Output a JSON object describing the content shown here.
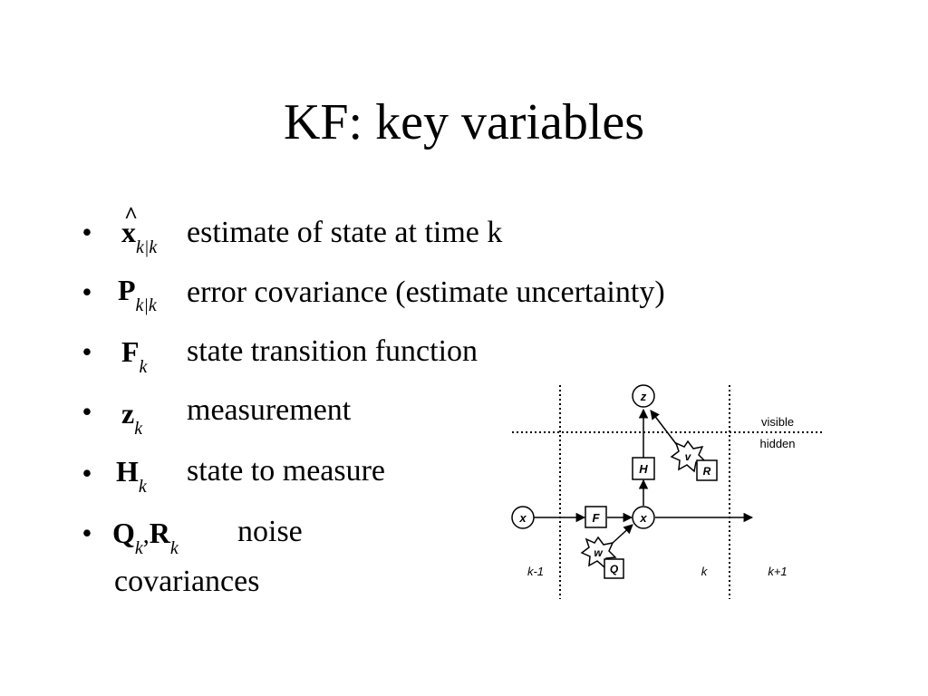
{
  "title": "KF: key variables",
  "bullet_glyph": "•",
  "items": [
    {
      "symbol": "x",
      "hat": "^",
      "subscript": "k|k",
      "description": "estimate of state at time k"
    },
    {
      "symbol": "P",
      "subscript": "k|k",
      "description": "error covariance (estimate uncertainty)"
    },
    {
      "symbol": "F",
      "subscript": "k",
      "description": "state transition function"
    },
    {
      "symbol": "z",
      "subscript": "k",
      "description": "measurement"
    },
    {
      "symbol": "H",
      "subscript": "k",
      "description": "state to measure"
    },
    {
      "symbol": "Q",
      "subscript": "k",
      "separator": ",",
      "symbol2": "R",
      "subscript2": "k",
      "description_line1": "noise",
      "description_line2": "covariances"
    }
  ],
  "diagram": {
    "region_labels": {
      "visible": "visible",
      "hidden": "hidden"
    },
    "time_labels": [
      "k-1",
      "k",
      "k+1"
    ],
    "nodes": {
      "x_prev": "x",
      "x_curr": "x",
      "z": "z",
      "F": "F",
      "H": "H",
      "w": "w",
      "Q": "Q",
      "v": "v",
      "R": "R"
    }
  }
}
